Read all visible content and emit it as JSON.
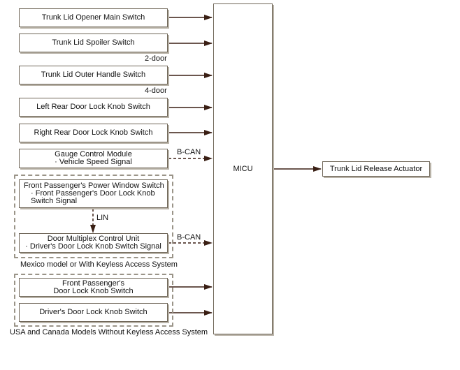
{
  "inputs": {
    "trunk_opener": "Trunk Lid Opener Main Switch",
    "spoiler": "Trunk Lid Spoiler Switch",
    "outer_handle": "Trunk Lid Outer Handle Switch",
    "left_rear": "Left Rear Door Lock Knob Switch",
    "right_rear": "Right Rear Door Lock Knob Switch",
    "gauge_title": "Gauge Control Module",
    "gauge_sub": "· Vehicle Speed Signal",
    "fp_power_title": "Front Passenger's Power Window Switch",
    "fp_power_sub1": "· Front Passenger's Door Lock Knob",
    "fp_power_sub2": "Switch Signal",
    "door_mux_title": "Door Multiplex Control Unit",
    "door_mux_sub": "· Driver's Door Lock Knob Switch Signal",
    "fp_door_line1": "Front Passenger's",
    "fp_door_line2": "Door Lock Knob Switch",
    "driver_door": "Driver's Door Lock Knob Switch"
  },
  "labels": {
    "two_door": "2-door",
    "four_door": "4-door",
    "bcan_1": "B-CAN",
    "bcan_2": "B-CAN",
    "lin": "LIN",
    "mexico_group": "Mexico model or With Keyless Access System",
    "usa_group": "USA and Canada Models Without Keyless Access System"
  },
  "micu": {
    "label": "MICU"
  },
  "output": {
    "actuator": "Trunk Lid Release Actuator"
  },
  "colors": {
    "wire": "#3a1f14",
    "box_border": "#6f6658",
    "group_border": "#9a9488"
  }
}
